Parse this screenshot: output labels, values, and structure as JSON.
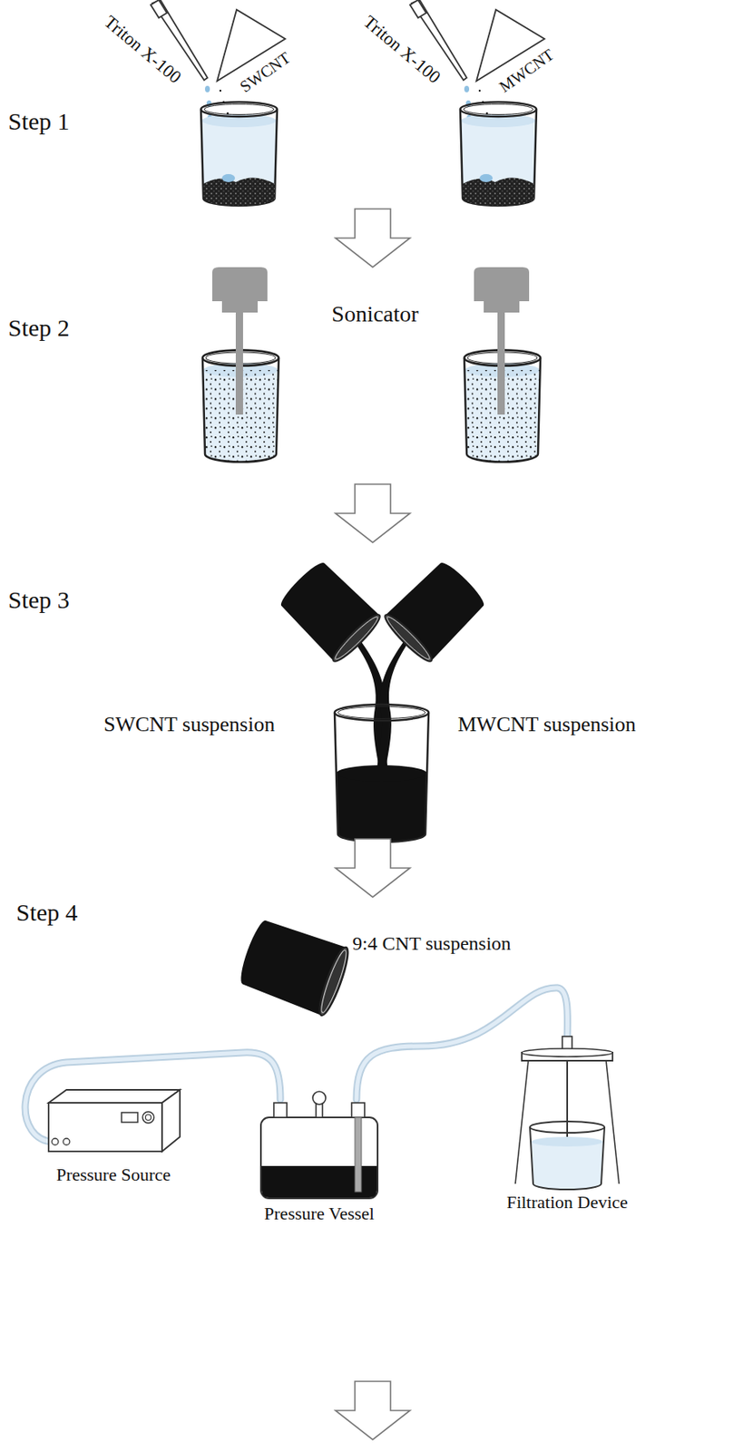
{
  "diagram": {
    "labels": [
      "Step 1",
      "Triton X-100",
      "SWCNT",
      "Triton X-100",
      "MWCNT",
      "Step 2",
      "Sonicator",
      "Step 3",
      "SWCNT suspension",
      "MWCNT suspension",
      "Step 4",
      "9:4 CNT suspension",
      "Pressure Source",
      "Pressure Vessel",
      "Filtration Device"
    ]
  }
}
